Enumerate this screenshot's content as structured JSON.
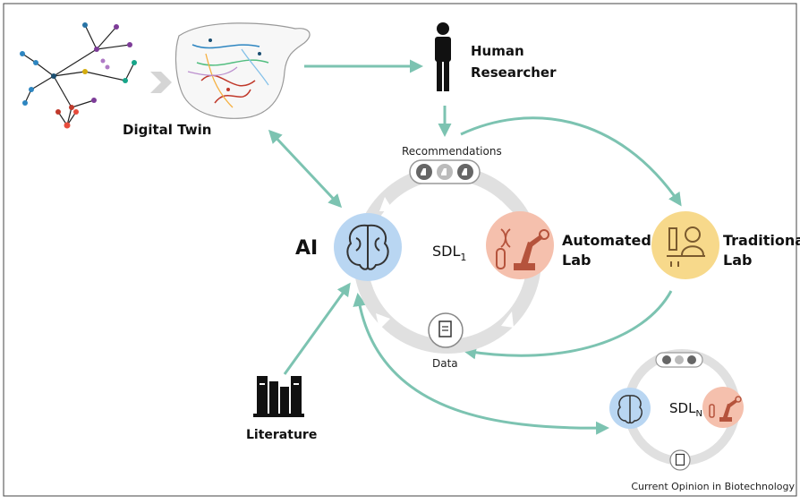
{
  "diagram": {
    "labels": {
      "digital_twin": "Digital Twin",
      "human_line1": "Human",
      "human_line2": "Researcher",
      "recommendations": "Recommendations",
      "ai": "AI",
      "sdl1_base": "SDL",
      "sdl1_sub": "1",
      "automated_line1": "Automated",
      "automated_line2": "Lab",
      "traditional_line1": "Traditional",
      "traditional_line2": "Lab",
      "data": "Data",
      "literature": "Literature",
      "sdln_base": "SDL",
      "sdln_sub": "N",
      "credit": "Current Opinion in Biotechnology"
    },
    "colors": {
      "arrow": "#7cc3b1",
      "ring": "#e0e0e0",
      "ai_circle": "#b9d6f2",
      "automated_circle": "#f5c0ad",
      "traditional_circle": "#f7d98b",
      "automated_icon": "#b5533c",
      "traditional_icon": "#7a5a2e",
      "icon_dark": "#1a1a1a"
    },
    "icons": [
      "network-graph-icon",
      "chevron-right-icon",
      "metabolic-map-icon",
      "person-icon",
      "thumbs-up-icon",
      "brain-icon",
      "robot-arm-icon",
      "dna-icon",
      "test-tube-icon",
      "scientist-icon",
      "document-icon",
      "books-icon"
    ]
  }
}
